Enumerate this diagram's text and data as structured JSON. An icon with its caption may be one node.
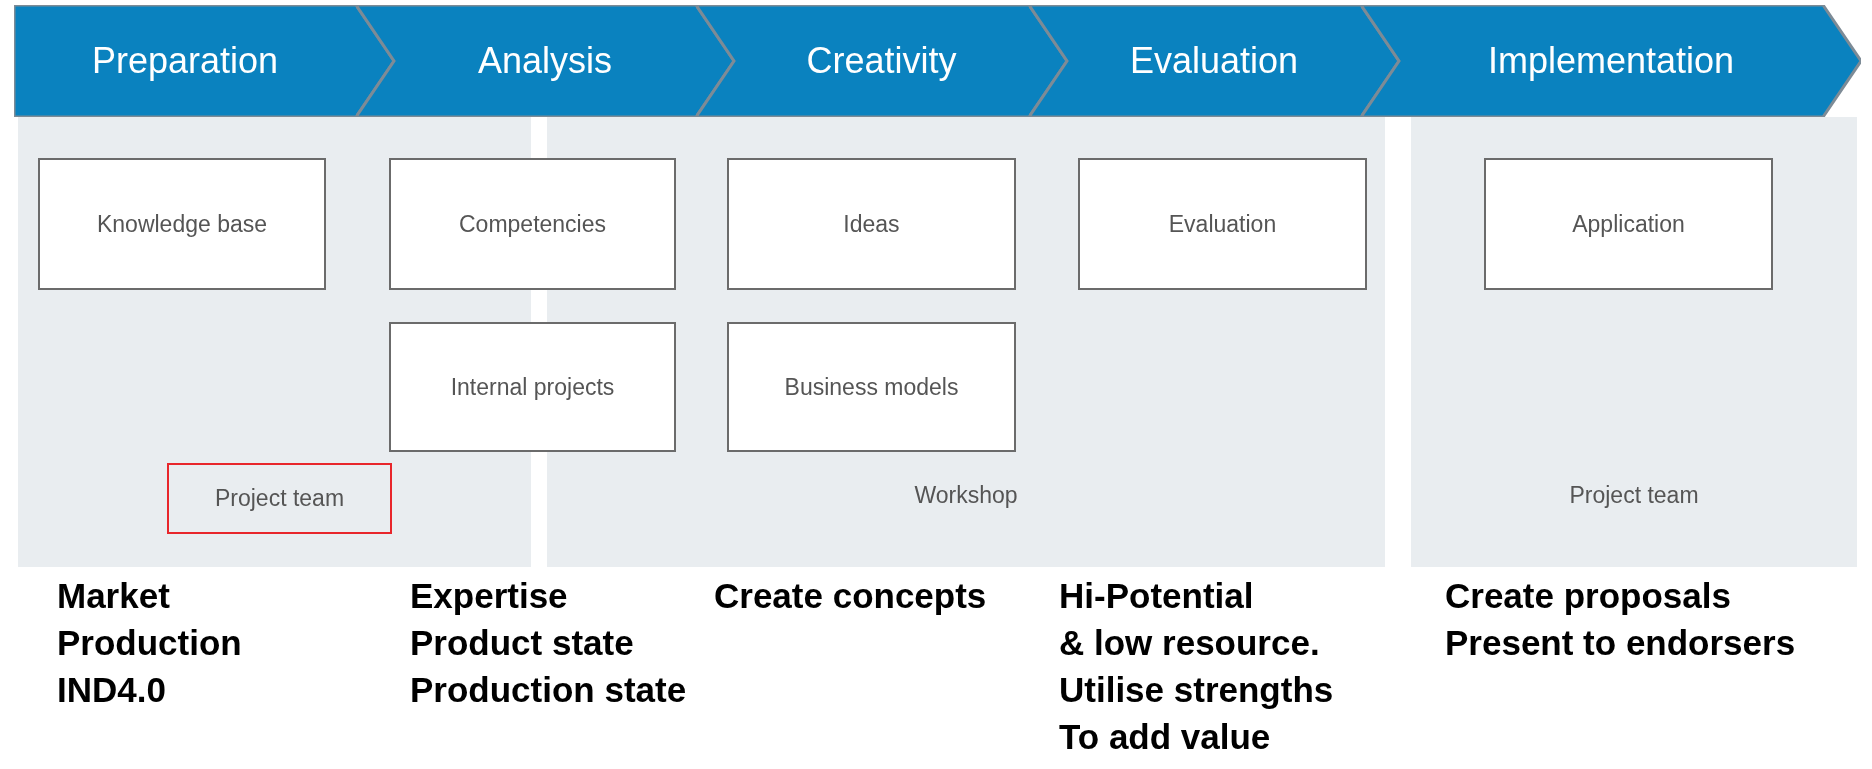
{
  "diagram": {
    "nodes": [
      {
        "text": [
          "Preparation"
        ]
      },
      {
        "text": [
          "Analysis"
        ]
      },
      {
        "text": [
          "Creativity"
        ]
      },
      {
        "text": [
          "Evaluation"
        ]
      },
      {
        "text": [
          "Implementation"
        ]
      },
      {
        "text": [],
        "shape": "box"
      },
      {
        "text": [
          "Knowledge base"
        ],
        "in": 5
      },
      {
        "text": [
          "Project team"
        ],
        "in": 5
      },
      {
        "text": [
          "Workshop"
        ]
      },
      {
        "text": [
          "Ideas"
        ],
        "in": 8
      },
      {
        "text": [
          "Business models"
        ],
        "in": 8
      },
      {
        "text": [
          "Evaluation"
        ],
        "in": 8
      },
      {
        "text": [
          "Competencies"
        ]
      },
      {
        "text": [
          "Internal projects"
        ]
      },
      {
        "text": [
          "Project team"
        ]
      },
      {
        "text": [
          "Application"
        ],
        "in": 14
      }
    ],
    "edges": [],
    "labels": [
      "Market",
      "Production",
      "IND4.0",
      "Expertise",
      "Product state",
      "Production state",
      "Create concepts",
      "Hi-Potential",
      "& low resource.",
      "Utilise strengths",
      "To add value",
      "Create proposals",
      "Present to endorsers"
    ]
  }
}
